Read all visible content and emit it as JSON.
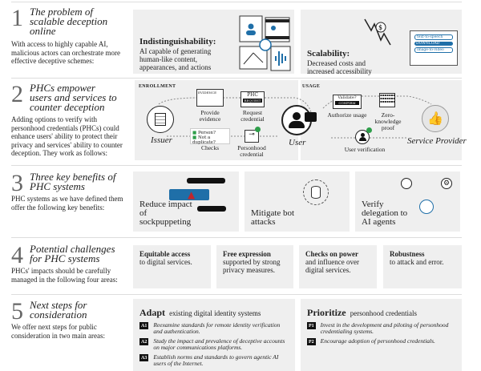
{
  "s1": {
    "num": "1",
    "title": "The problem of scalable deception online",
    "desc": "With access to highly capable AI, malicious actors can orchestrate more effective deceptive schemes:",
    "boxes": [
      {
        "head": "Indistinguishability:",
        "text": "AI capable of generating human-like content, appearances, and actions"
      },
      {
        "head": "Scalability:",
        "text": "Decreased costs and increased accessibility"
      }
    ],
    "laptop": [
      "text-to-speech",
      "DOWNLOAD",
      "image-to-video"
    ]
  },
  "s2": {
    "num": "2",
    "title": "PHCs empower users and services to counter deception",
    "desc": "Adding options to verify with personhood credentials (PHCs) could enhance users' ability to protect their privacy and services' ability to counter deception. They work as follows:",
    "enrollment": "ENROLLMENT",
    "usage": "USAGE",
    "evidence": "EVIDENCE",
    "phc": "PHC",
    "request": "REQUEST",
    "validate": "Validate?",
    "confirm": "CONFIRM",
    "check1": "Person?",
    "check2": "Not a duplicate?",
    "labels": {
      "provide": "Provide evidence",
      "request": "Request credential",
      "checks": "Checks",
      "credential": "Personhood credential",
      "authorize": "Authorize usage",
      "zk": "Zero-knowledge proof",
      "verification": "User verification"
    },
    "actors": {
      "issuer": "Issuer",
      "user": "User",
      "sp": "Service Provider"
    }
  },
  "s3": {
    "num": "3",
    "title": "Three key benefits of PHC systems",
    "desc": "PHC systems as we have defined them offer the following key benefits:",
    "benefits": [
      "Reduce impact of sockpuppeting",
      "Mitigate bot attacks",
      "Verify delegation to AI agents"
    ]
  },
  "s4": {
    "num": "4",
    "title": "Potential challenges for PHC systems",
    "desc": "PHCs' impacts should be carefully managed in the following four areas:",
    "areas": [
      {
        "h": "Equitable access",
        "t": "to digital services."
      },
      {
        "h": "Free expression",
        "t": "supported by strong privacy measures."
      },
      {
        "h": "Checks on power",
        "t": "and influence over digital services."
      },
      {
        "h": "Robustness",
        "t": "to attack and error."
      }
    ]
  },
  "s5": {
    "num": "5",
    "title": "Next steps for consideration",
    "desc": "We offer next steps for public consideration in two main areas:",
    "adapt": {
      "head": "Adapt",
      "sub": "existing digital identity systems",
      "items": [
        {
          "tag": "A1",
          "t": "Reexamine standards for remote identity verification and authentication."
        },
        {
          "tag": "A2",
          "t": "Study the impact and prevalence of deceptive accounts on major communications platforms."
        },
        {
          "tag": "A3",
          "t": "Establish norms and standards to govern agentic AI users of the Internet."
        }
      ]
    },
    "prioritize": {
      "head": "Prioritize",
      "sub": "personhood credentials",
      "items": [
        {
          "tag": "P1",
          "t": "Invest in the development and piloting of personhood credentialing systems."
        },
        {
          "tag": "P2",
          "t": "Encourage adoption of personhood credentials."
        }
      ]
    }
  },
  "colors": {
    "accent": "#1f6fa8",
    "check": "#2e9e4a",
    "warning": "#c0262c",
    "panel": "#efefef"
  }
}
